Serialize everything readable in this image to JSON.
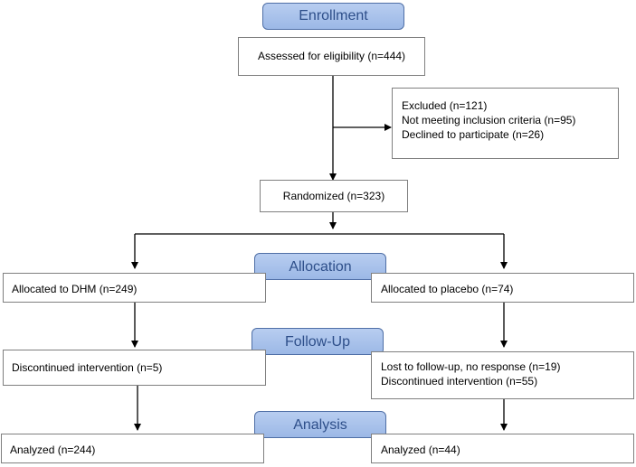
{
  "colors": {
    "stage_fill": "#a8c2ec",
    "stage_border": "#4f6fa6",
    "stage_text": "#2e4f8a",
    "box_border": "#7f7f7f",
    "arrow": "#000000"
  },
  "stages": {
    "enrollment": "Enrollment",
    "allocation": "Allocation",
    "follow_up": "Follow-Up",
    "analysis": "Analysis"
  },
  "boxes": {
    "assessed": [
      "Assessed for eligibility (n=444)"
    ],
    "excluded": [
      "Excluded (n=121)",
      "Not meeting inclusion criteria (n=95)",
      "Declined to participate (n=26)"
    ],
    "randomized": [
      "Randomized (n=323)"
    ],
    "alloc_dhm": [
      "Allocated to DHM (n=249)"
    ],
    "alloc_placebo": [
      "Allocated to placebo (n=74)"
    ],
    "followup_dhm": [
      "Discontinued intervention (n=5)"
    ],
    "followup_placebo": [
      "Lost to follow-up, no response (n=19)",
      "Discontinued intervention (n=55)"
    ],
    "analyzed_dhm": [
      "Analyzed (n=244)"
    ],
    "analyzed_placebo": [
      "Analyzed (n=44)"
    ]
  }
}
